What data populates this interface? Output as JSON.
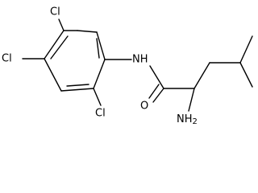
{
  "molecule": {
    "atoms": {
      "cl_top": "Cl",
      "cl_left": "Cl",
      "cl_bottom": "Cl",
      "nh": "NH",
      "o": "O",
      "nh2": "NH",
      "nh2_subscript": "2"
    },
    "colors": {
      "bond": "#000000",
      "label": "#000000",
      "background": "#ffffff"
    }
  }
}
